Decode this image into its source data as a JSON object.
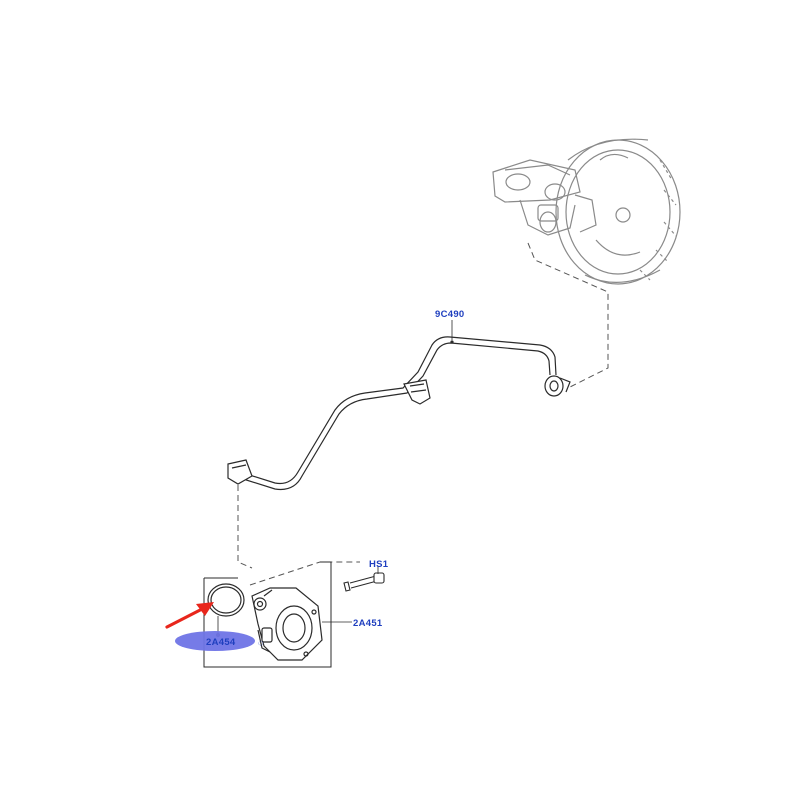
{
  "labels": {
    "hose": "9C490",
    "bolt": "HS1",
    "pump": "2A451",
    "seal": "2A454"
  },
  "colors": {
    "label_text": "#1f3fbf",
    "line_art": "#2b2b2b",
    "light_art": "#8a8a8a",
    "highlight": "#6f74e6",
    "arrow": "#e8261c",
    "background": "#ffffff"
  },
  "icons": {
    "brake_booster": "brake-booster-icon",
    "vacuum_hose": "vacuum-hose-icon",
    "vacuum_pump": "vacuum-pump-icon",
    "o_ring": "o-ring-icon",
    "bolt": "bolt-icon",
    "arrow": "red-arrow-icon"
  }
}
